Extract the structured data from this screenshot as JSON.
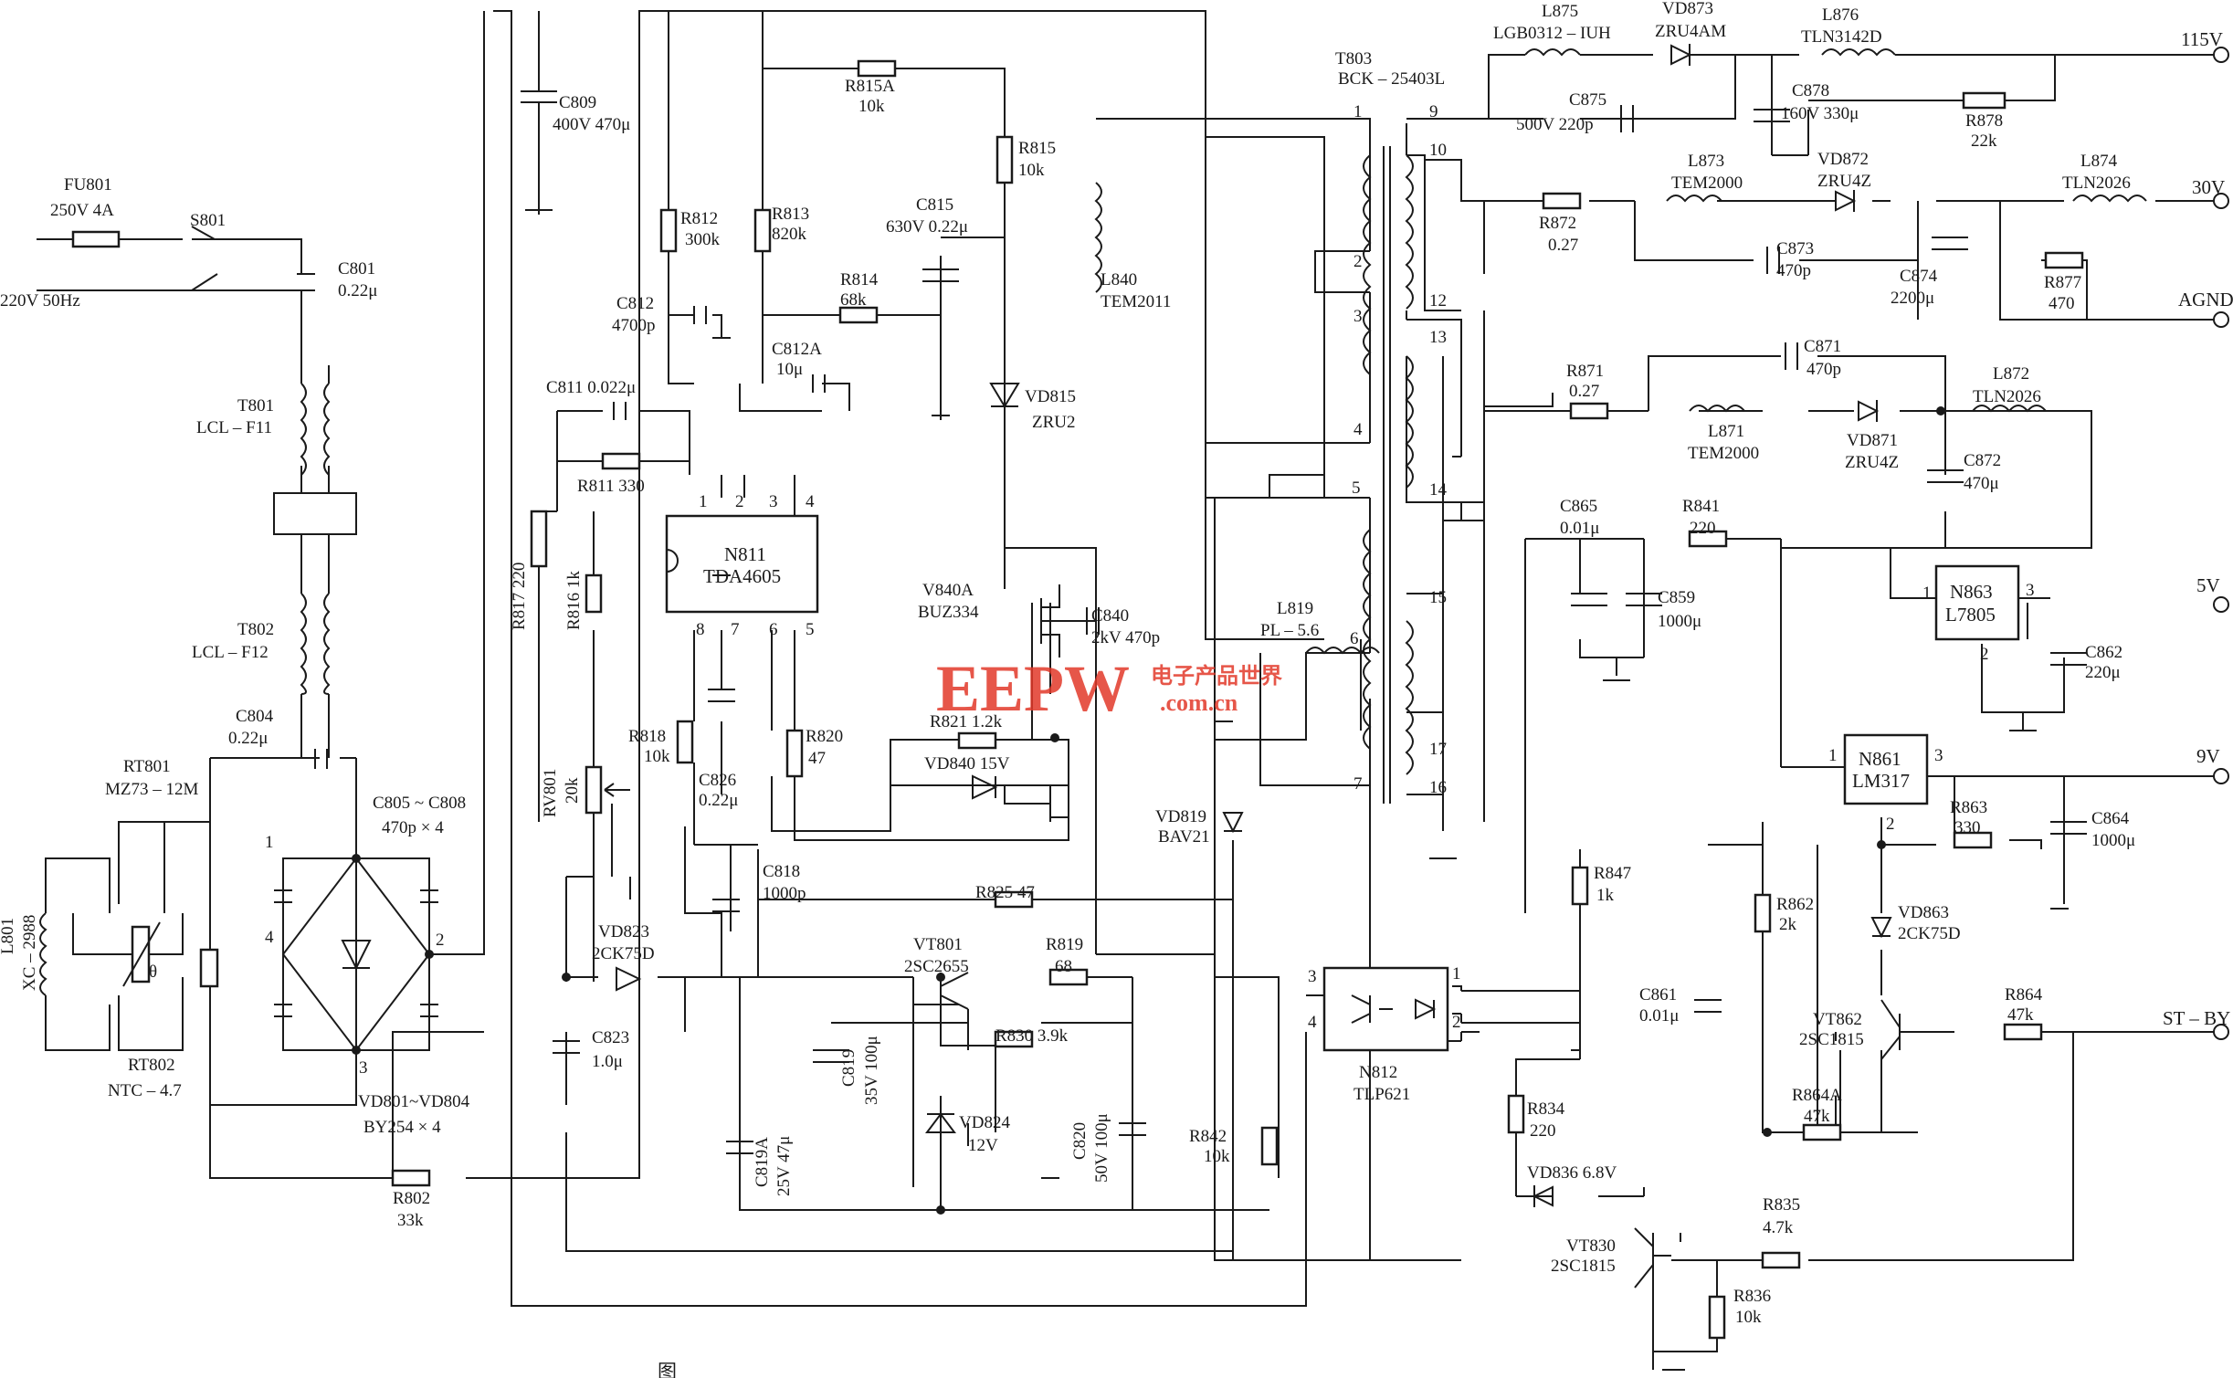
{
  "labels": {
    "fu801": "FU801",
    "fu801_val": "250V 4A",
    "s801": "S801",
    "ac_in": "220V 50Hz",
    "c801": "C801",
    "c801_val": "0.22μ",
    "t801": "T801",
    "t801_val": "LCL – F11",
    "t802": "T802",
    "t802_val": "LCL – F12",
    "c804": "C804",
    "c804_val": "0.22μ",
    "rt801": "RT801",
    "rt801_val": "MZ73 – 12M",
    "c805": "C805 ~ C808",
    "c805_val": "470p × 4",
    "l801": "L801",
    "l801_val": "XC – 2988",
    "rt802": "RT802",
    "rt802_val": "NTC – 4.7",
    "vd801": "VD801~VD804",
    "vd801_val": "BY254 × 4",
    "theta": "θ",
    "r802": "R802",
    "r802_val": "33k",
    "c809": "C809",
    "c809_val": "400V 470μ",
    "r812": "R812",
    "r812_val": "300k",
    "r813": "R813",
    "r813_val": "820k",
    "r815a": "R815A",
    "r815a_val": "10k",
    "r815": "R815",
    "r815_val": "10k",
    "c815": "C815",
    "c815_val": "630V 0.22μ",
    "r814": "R814",
    "r814_val": "68k",
    "c812": "C812",
    "c812_val": "4700p",
    "c812a": "C812A",
    "c812a_val": "10μ",
    "c811": "C811 0.022μ",
    "r811": "R811 330",
    "r817": "R817 220",
    "r816": "R816 1k",
    "n811": "N811",
    "n811_val": "TDA4605",
    "l840": "L840",
    "l840_val": "TEM2011",
    "vd815": "VD815",
    "vd815_val": "ZRU2",
    "v840a": "V840A",
    "v840a_val": "BUZ334",
    "c840": "C840",
    "c840_val": "2kV 470p",
    "r821": "R821 1.2k",
    "vd840": "VD840 15V",
    "r818": "R818",
    "r818_val": "10k",
    "c826": "C826",
    "c826_val": "0.22μ",
    "r820": "R820",
    "r820_val": "47",
    "rv801": "RV801",
    "rv801_val": "20k",
    "c818": "C818",
    "c818_val": "1000p",
    "r825": "R825 47",
    "vd823": "VD823",
    "vd823_val": "2CK75D",
    "c823": "C823",
    "c823_val": "1.0μ",
    "vt801": "VT801",
    "vt801_val": "2SC2655",
    "r819": "R819",
    "r819_val": "68",
    "r830": "R830 3.9k",
    "c819": "C819",
    "c819_val": "35V 100μ",
    "vd824": "VD824",
    "vd824_val": "12V",
    "c819a": "C819A",
    "c819a_val": "25V 47μ",
    "c820": "C820",
    "c820_val": "50V 100μ",
    "r842": "R842",
    "r842_val": "10k",
    "l819": "L819",
    "l819_val": "PL – 5.6",
    "vd819": "VD819",
    "vd819_val": "BAV21",
    "t803": "T803",
    "t803_val": "BCK – 25403L",
    "l875": "L875",
    "l875_val": "LGB0312 – IUH",
    "vd873": "VD873",
    "vd873_val": "ZRU4AM",
    "l876": "L876",
    "l876_val": "TLN3142D",
    "c878": "C878",
    "c878_val": "160V 330μ",
    "c875": "C875",
    "c875_val": "500V 220p",
    "r878": "R878",
    "r878_val": "22k",
    "r872": "R872",
    "r872_val": "0.27",
    "l873": "L873",
    "l873_val": "TEM2000",
    "vd872": "VD872",
    "vd872_val": "ZRU4Z",
    "l874": "L874",
    "l874_val": "TLN2026",
    "c873": "C873",
    "c873_val": "470p",
    "c874": "C874",
    "c874_val": "2200μ",
    "r877": "R877",
    "r877_val": "470",
    "r871": "R871",
    "r871_val": "0.27",
    "c871": "C871",
    "c871_val": "470p",
    "l872": "L872",
    "l872_val": "TLN2026",
    "l871": "L871",
    "l871_val": "TEM2000",
    "vd871": "VD871",
    "vd871_val": "ZRU4Z",
    "c872": "C872",
    "c872_val": "470μ",
    "c865": "C865",
    "c865_val": "0.01μ",
    "r841": "R841",
    "r841_val": "220",
    "c859": "C859",
    "c859_val": "1000μ",
    "n863": "N863",
    "n863_val": "L7805",
    "c862": "C862",
    "c862_val": "220μ",
    "n861": "N861",
    "n861_val": "LM317",
    "r863": "R863",
    "r863_val": "330",
    "c864": "C864",
    "c864_val": "1000μ",
    "r847": "R847",
    "r847_val": "1k",
    "r862": "R862",
    "r862_val": "2k",
    "vd863": "VD863",
    "vd863_val": "2CK75D",
    "c861": "C861",
    "c861_val": "0.01μ",
    "vt862": "VT862",
    "vt862_val": "2SC1815",
    "r864": "R864",
    "r864_val": "47k",
    "r864a": "R864A",
    "r864a_val": "47k",
    "n812": "N812",
    "n812_val": "TLP621",
    "r834": "R834",
    "r834_val": "220",
    "vd836": "VD836 6.8V",
    "vt830": "VT830",
    "vt830_val": "2SC1815",
    "r835": "R835",
    "r835_val": "4.7k",
    "r836": "R836",
    "r836_val": "10k"
  },
  "outputs": {
    "v115": "115V",
    "v30": "30V",
    "agnd": "AGND",
    "v5": "5V",
    "v9": "9V",
    "stby": "ST – BY"
  },
  "pins": {
    "p1": "1",
    "p2": "2",
    "p3": "3",
    "p4": "4",
    "p5": "5",
    "p6": "6",
    "p7": "7",
    "p8": "8",
    "p9": "9",
    "p10": "10",
    "p12": "12",
    "p13": "13",
    "p14": "14",
    "p15": "15",
    "p16": "16",
    "p17": "17"
  },
  "watermark": {
    "brand": "EEPW",
    "cn": "电子产品世界",
    "url": ".com.cn"
  },
  "caption": "图"
}
